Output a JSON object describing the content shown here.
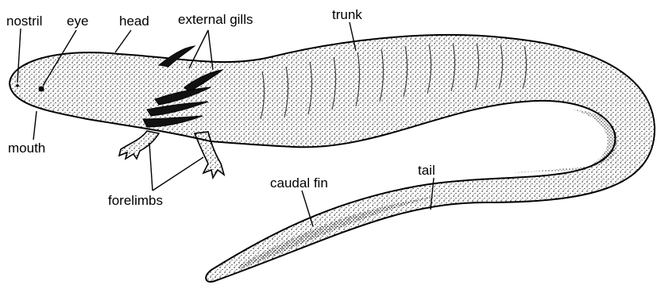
{
  "labels": {
    "nostril": "nostril",
    "eye": "eye",
    "head": "head",
    "external_gills": "external  gills",
    "trunk": "trunk",
    "mouth": "mouth",
    "forelimbs": "forelimbs",
    "caudal_fin": "caudal  fin",
    "tail": "tail"
  },
  "colors": {
    "ink": "#000000",
    "background": "#ffffff"
  }
}
